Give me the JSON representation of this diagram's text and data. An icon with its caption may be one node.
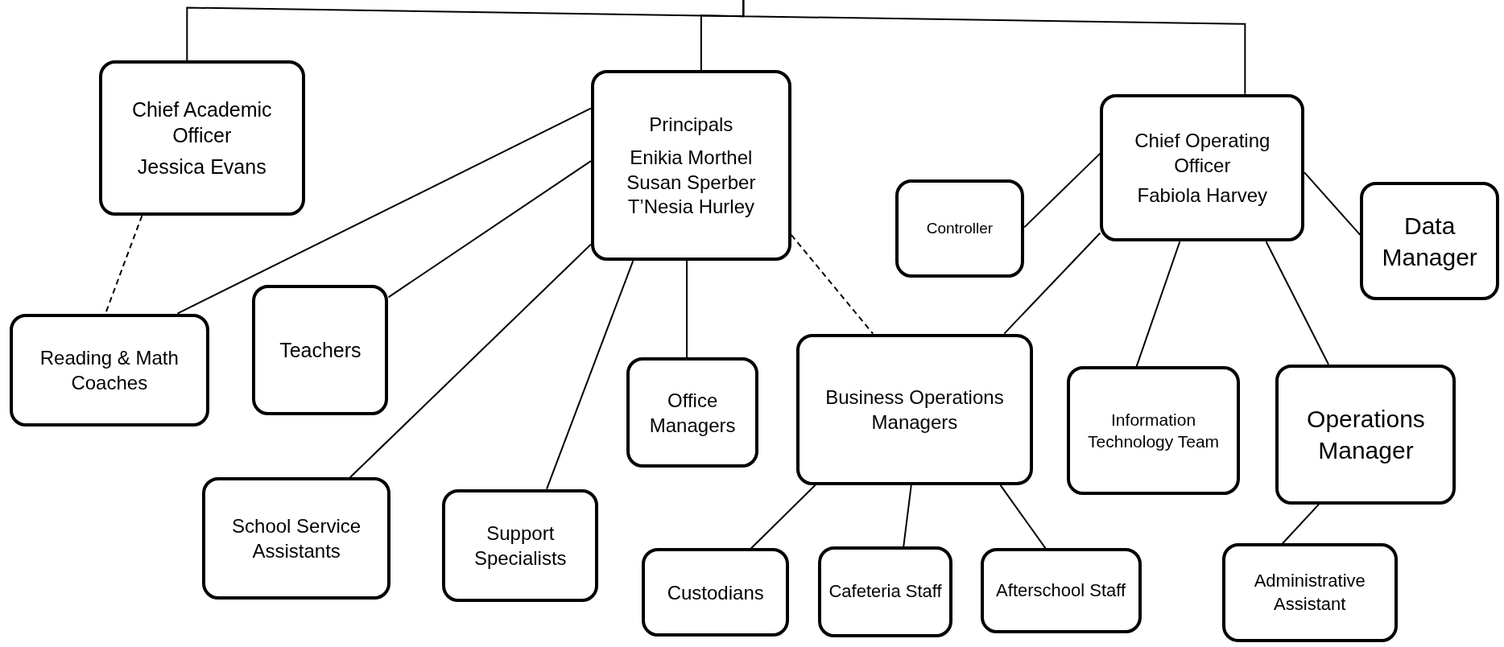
{
  "diagram": {
    "nodes": [
      {
        "text": [
          "Chief Academic Officer",
          "Jessica Evans"
        ]
      },
      {
        "text": [
          "Principals",
          "Enikia Morthel",
          "Susan Sperber",
          "T’Nesia Hurley"
        ]
      },
      {
        "text": [
          "Chief Operating Officer",
          "Fabiola Harvey"
        ]
      },
      {
        "text": [
          "Controller"
        ]
      },
      {
        "text": [
          "Data Manager"
        ]
      },
      {
        "text": [
          "Reading & Math Coaches"
        ]
      },
      {
        "text": [
          "Teachers"
        ]
      },
      {
        "text": [
          "Office Managers"
        ]
      },
      {
        "text": [
          "Business Operations Managers"
        ]
      },
      {
        "text": [
          "Information Technology Team"
        ]
      },
      {
        "text": [
          "Operations Manager"
        ]
      },
      {
        "text": [
          "School Service Assistants"
        ]
      },
      {
        "text": [
          "Support Specialists"
        ]
      },
      {
        "text": [
          "Custodians"
        ]
      },
      {
        "text": [
          "Cafeteria Staff"
        ]
      },
      {
        "text": [
          "Afterschool Staff"
        ]
      },
      {
        "text": [
          "Administrative Assistant"
        ]
      }
    ],
    "edges": [
      {
        "from": null,
        "to": 0,
        "arrow": "none"
      },
      {
        "from": null,
        "to": 1,
        "arrow": "none"
      },
      {
        "from": null,
        "to": 2,
        "arrow": "none"
      },
      {
        "from": 0,
        "to": 5,
        "arrow": "none",
        "style": "dashed"
      },
      {
        "from": 1,
        "to": 5,
        "arrow": "none"
      },
      {
        "from": 1,
        "to": 6,
        "arrow": "none"
      },
      {
        "from": 1,
        "to": 11,
        "arrow": "none"
      },
      {
        "from": 1,
        "to": 12,
        "arrow": "none"
      },
      {
        "from": 1,
        "to": 7,
        "arrow": "none"
      },
      {
        "from": 1,
        "to": 8,
        "arrow": "none",
        "style": "dashed"
      },
      {
        "from": 2,
        "to": 3,
        "arrow": "none"
      },
      {
        "from": 2,
        "to": 4,
        "arrow": "none"
      },
      {
        "from": 2,
        "to": 8,
        "arrow": "none"
      },
      {
        "from": 2,
        "to": 9,
        "arrow": "none"
      },
      {
        "from": 2,
        "to": 10,
        "arrow": "none"
      },
      {
        "from": 8,
        "to": 13,
        "arrow": "none"
      },
      {
        "from": 8,
        "to": 14,
        "arrow": "none"
      },
      {
        "from": 8,
        "to": 15,
        "arrow": "none"
      },
      {
        "from": 10,
        "to": 16,
        "arrow": "none"
      }
    ]
  }
}
